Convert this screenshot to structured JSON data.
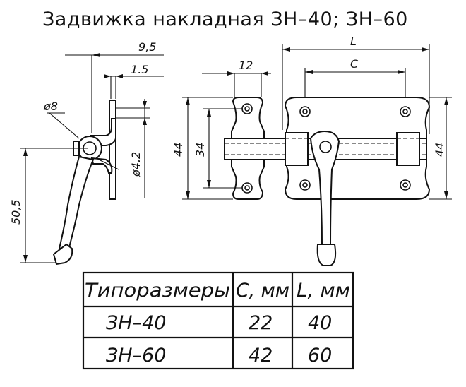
{
  "title": "Задвижка  накладная  ЗН–40; ЗН–60",
  "dimensions": {
    "side_width": "9,5",
    "side_thickness": "1.5",
    "pin_diameter": "ø8",
    "hole_diameter": "ø4.2",
    "handle_length": "50,5",
    "bracket_width": "12",
    "overall_length": "L",
    "hole_spacing": "C",
    "height_left": "44",
    "hole_height": "34",
    "height_right": "44"
  },
  "table": {
    "headers": [
      "Типоразмеры",
      "C, мм",
      "L, мм"
    ],
    "rows": [
      [
        "ЗН–40",
        "22",
        "40"
      ],
      [
        "ЗН–60",
        "42",
        "60"
      ]
    ]
  }
}
